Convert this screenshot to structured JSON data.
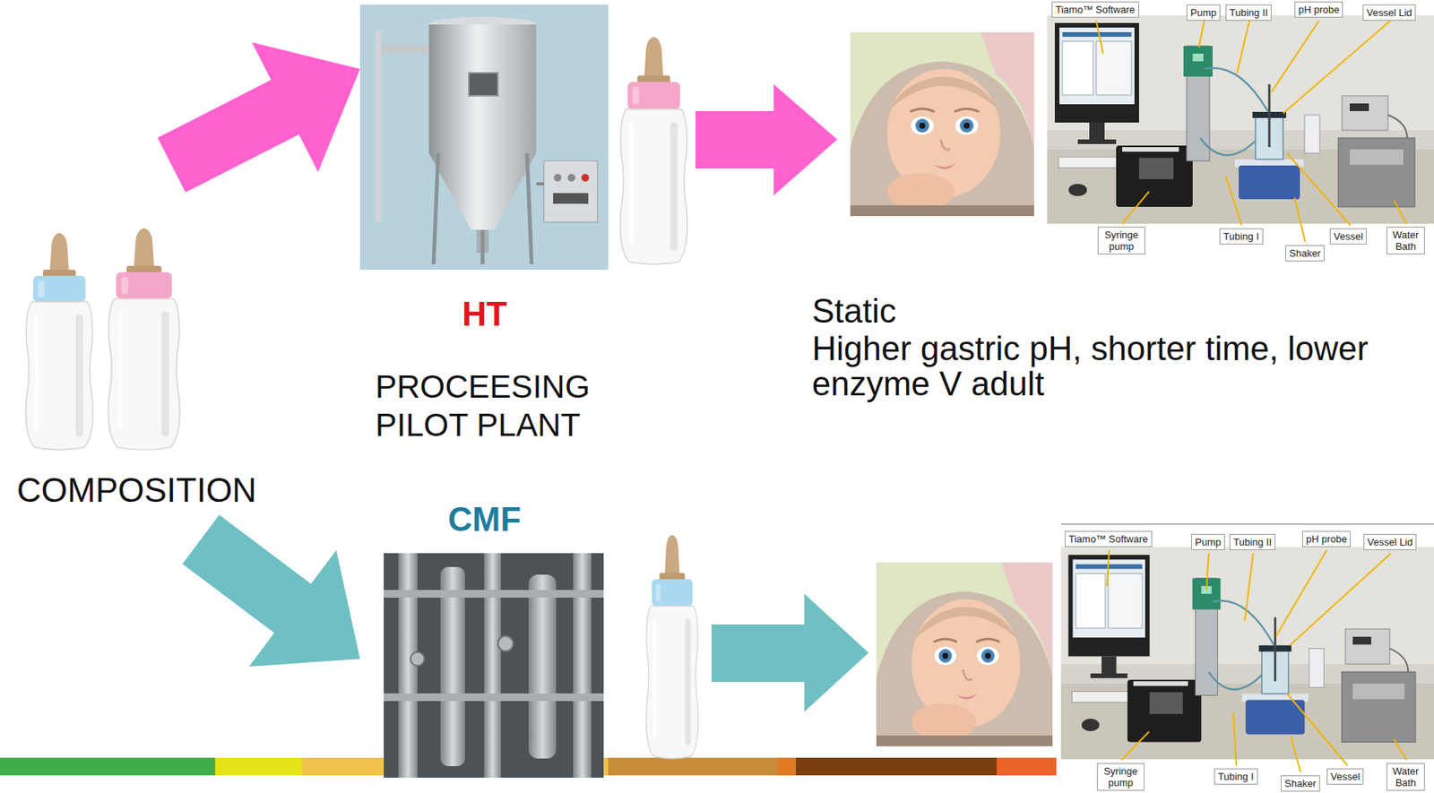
{
  "diagram": {
    "nodes": [
      {
        "text": [
          "COMPOSITION"
        ]
      },
      {
        "text": [
          "HT"
        ]
      },
      {
        "text": [
          "CMF"
        ]
      }
    ],
    "edges": [
      {
        "from": 0,
        "to": 1,
        "arrow": "to"
      },
      {
        "from": 0,
        "to": 2,
        "arrow": "to"
      }
    ],
    "labels": [
      "PROCEESING PILOT PLANT",
      "Static",
      "Higher gastric pH, shorter time, lower enzyme V adult",
      "Tiamo™ Software",
      "Pump",
      "Tubing II",
      "pH probe",
      "Vessel Lid",
      "Syringe pump",
      "Tubing I",
      "Shaker",
      "Vessel",
      "Water Bath",
      "Tiamo™ Software",
      "Pump",
      "Tubing II",
      "pH probe",
      "Vessel Lid",
      "Syringe pump",
      "Tubing I",
      "Shaker",
      "Vessel",
      "Water Bath"
    ]
  }
}
